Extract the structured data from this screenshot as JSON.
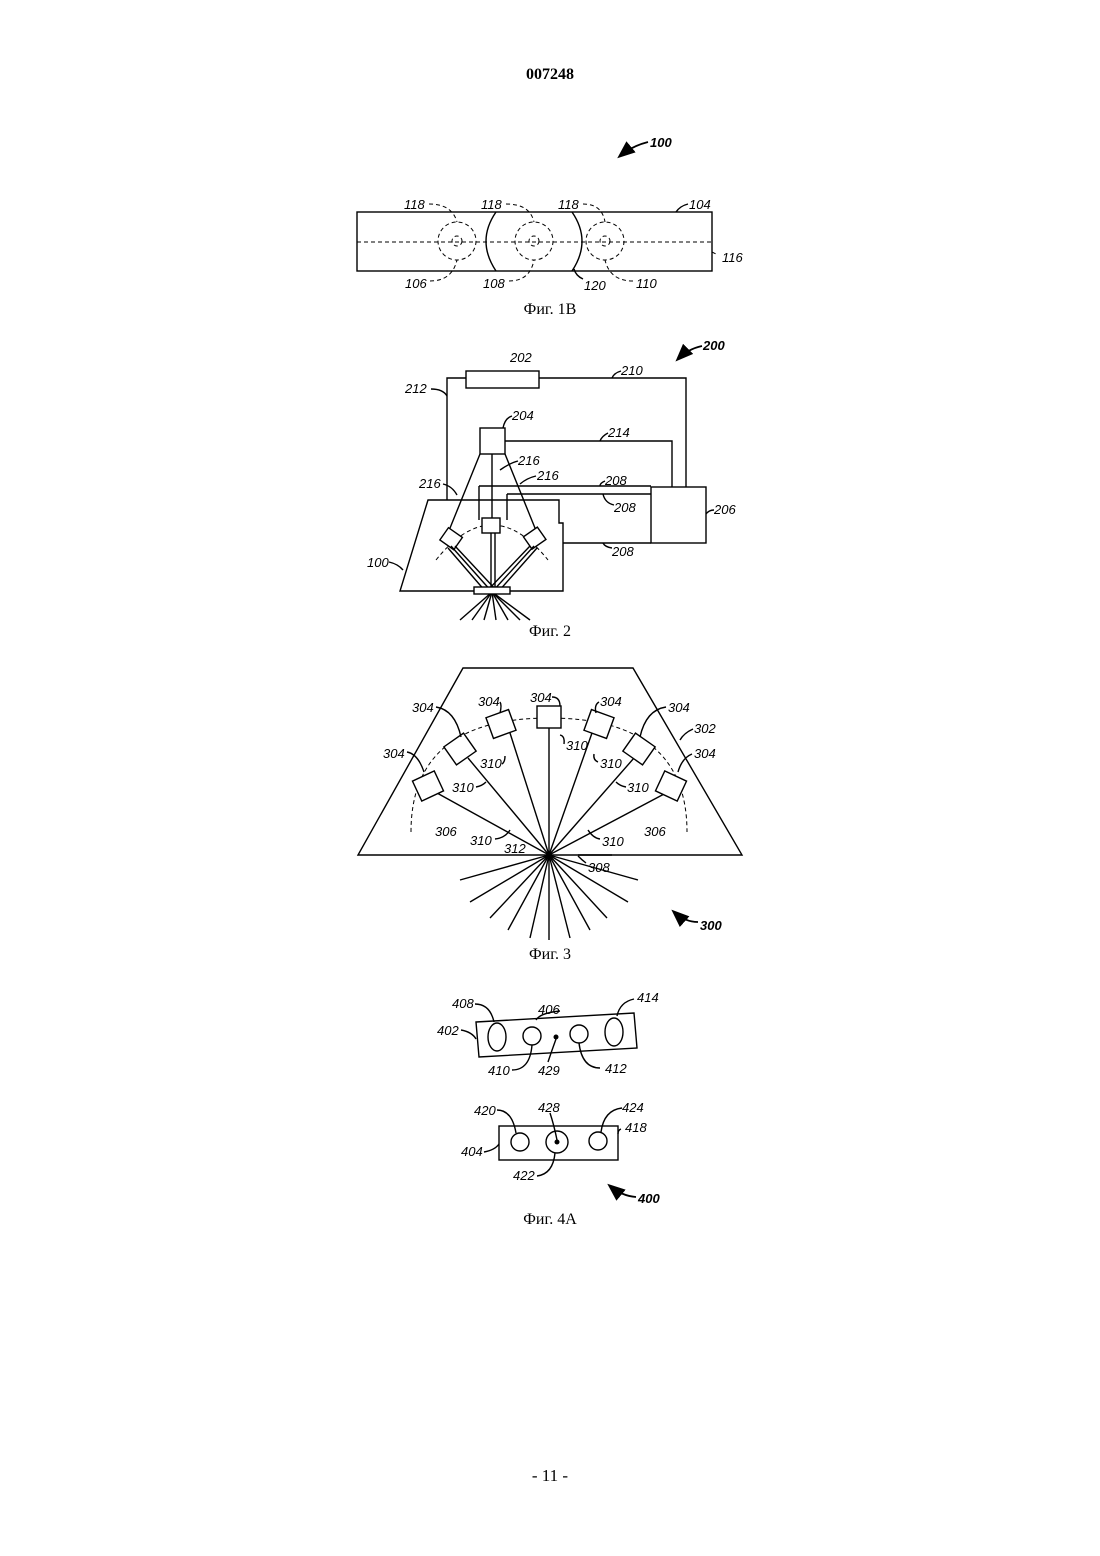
{
  "header": {
    "patent_number": "007248"
  },
  "footer": {
    "page": "- 11 -"
  },
  "fig1b": {
    "caption": "Фиг. 1B",
    "ref_main": "100",
    "labels": {
      "l118a": "118",
      "l118b": "118",
      "l118c": "118",
      "l104": "104",
      "l116": "116",
      "l106": "106",
      "l108": "108",
      "l120": "120",
      "l110": "110"
    }
  },
  "fig2": {
    "caption": "Фиг. 2",
    "ref_main": "200",
    "labels": {
      "l202": "202",
      "l210": "210",
      "l212": "212",
      "l204": "204",
      "l214": "214",
      "l216a": "216",
      "l216b": "216",
      "l216c": "216",
      "l208a": "208",
      "l208b": "208",
      "l208c": "208",
      "l206": "206",
      "l100": "100"
    }
  },
  "fig3": {
    "caption": "Фиг. 3",
    "ref_main": "300",
    "labels": {
      "l304a": "304",
      "l304b": "304",
      "l304c": "304",
      "l304d": "304",
      "l304e": "304",
      "l304f": "304",
      "l304g": "304",
      "l302": "302",
      "l310a": "310",
      "l310b": "310",
      "l310c": "310",
      "l310d": "310",
      "l310e": "310",
      "l310f": "310",
      "l310g": "310",
      "l306a": "306",
      "l306b": "306",
      "l312": "312",
      "l308": "308"
    }
  },
  "fig4a": {
    "caption": "Фиг. 4A",
    "ref_main": "400",
    "labels": {
      "l408": "408",
      "l406": "406",
      "l414": "414",
      "l402": "402",
      "l410": "410",
      "l429": "429",
      "l412": "412",
      "l420": "420",
      "l428": "428",
      "l424": "424",
      "l418": "418",
      "l404": "404",
      "l422": "422"
    }
  }
}
